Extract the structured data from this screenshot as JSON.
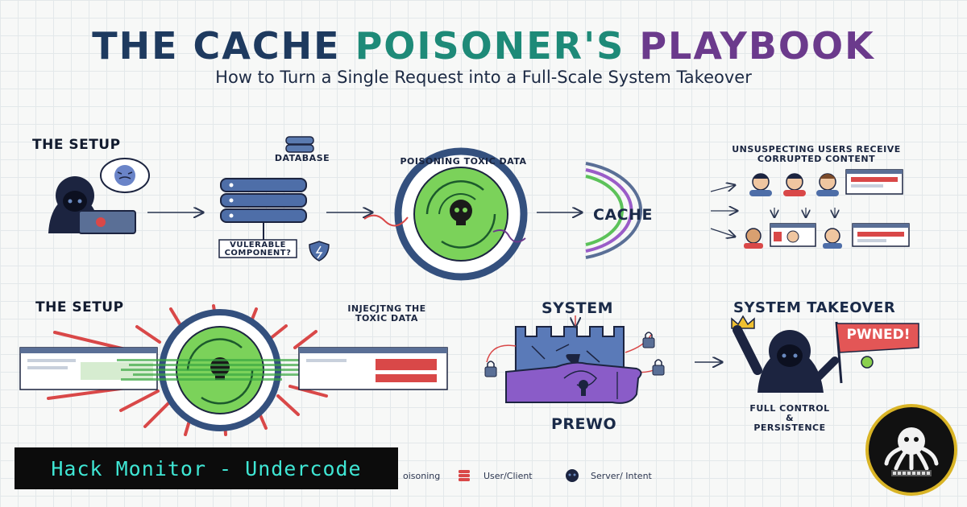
{
  "title": {
    "part1": "THE CACHE ",
    "part2": "POISONER'S",
    "part3": " PLAYBOOK"
  },
  "subtitle": "How to Turn a Single Request into a Full-Scale System Takeover",
  "row1": {
    "setup_heading": "THE SETUP",
    "database_label": "DATABASE",
    "vulnerable_label": "VULERABLE COMPONENT?",
    "poisoning_label": "POISONING TOXIC DATA",
    "cache_label": "CACHE",
    "users_label": "UNSUSPECTING USERS RECEIVE CORRUPTED CONTENT"
  },
  "row2": {
    "setup_heading": "THE SETUP",
    "injecting_label": "INJECJTNG THE TOXIC DATA",
    "system_heading": "SYSTEM",
    "prewo_label": "PREWO",
    "takeover_heading": "SYSTEM TAKEOVER",
    "pwned_flag": "PWNED!",
    "full_control_label": "FULL CONTROL & PERSISTENCE"
  },
  "legend": {
    "item1": "oisoning",
    "item2": "User/Client",
    "item3": "Server/ Intent"
  },
  "banner": "Hack Monitor - Undercode",
  "colors": {
    "navy": "#1e3a5f",
    "teal": "#1e8a78",
    "purple": "#6b3a8c",
    "toxic_green": "#5cc25a",
    "danger_red": "#d94848",
    "banner_text": "#3fe6d4"
  }
}
